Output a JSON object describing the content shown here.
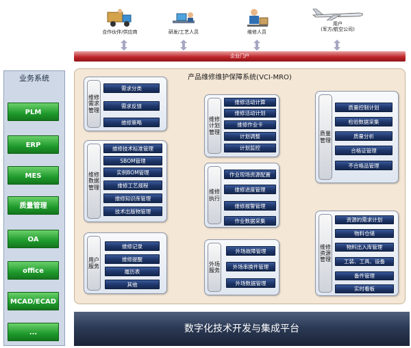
{
  "actors": [
    {
      "label": "合作伙伴/供应商",
      "icon": "delivery-truck-icon"
    },
    {
      "label": "研发/工艺人员",
      "icon": "engineer-desk-icon"
    },
    {
      "label": "维修人员",
      "icon": "mechanic-icon"
    },
    {
      "label": "用户",
      "sublabel": "(军方/航空公司)",
      "icon": "airplane-icon"
    }
  ],
  "portal": {
    "label": "企业门户"
  },
  "business_systems": {
    "title": "业务系统",
    "items": [
      "PLM",
      "ERP",
      "MES",
      "质量管理",
      "OA",
      "office",
      "MCAD/ECAD",
      "..."
    ]
  },
  "main": {
    "title": "产品维修维护保障系统(VCI-MRO)",
    "groups": {
      "demand": {
        "title": "维修需求管理",
        "items": [
          "需求分类",
          "需求反馈",
          "维修策略"
        ]
      },
      "data": {
        "title": "维修数据管理",
        "items": [
          "维修技术标准管理",
          "SBOM管理",
          "实例BOM管理",
          "维修工艺规程",
          "维修知识库管理",
          "技术出版物管理"
        ]
      },
      "service": {
        "title": "用户服务",
        "items": [
          "维修记录",
          "维修提醒",
          "履历表",
          "其他"
        ]
      },
      "plan": {
        "title": "维修计划管理",
        "items": [
          "维修活动计算",
          "维修活动计划",
          "维修作业卡",
          "计划调整",
          "计划监控"
        ]
      },
      "exec": {
        "title": "维修执行",
        "items": [
          "作业现场资源配置",
          "维修进度管理",
          "维修报警管理",
          "作业数据采集"
        ]
      },
      "field": {
        "title": "外场服务",
        "items": [
          "外场故障管理",
          "外场串换件管理",
          "外场数据管理"
        ]
      },
      "quality": {
        "title": "质量管理",
        "items": [
          "质量控制计划",
          "检验数据采集",
          "质量分析",
          "合格证管理",
          "不合格品管理"
        ]
      },
      "resource": {
        "title": "维修资源管理",
        "items": [
          "资源的需求计划",
          "物料仓储",
          "物料出入库管理",
          "工装、工具、设备",
          "备件管理",
          "实时看板"
        ]
      }
    }
  },
  "platform": {
    "label": "数字化技术开发与集成平台"
  },
  "colors": {
    "connector": "#1fa12a",
    "portal": "#c0262b",
    "item_fill": "#1e3568",
    "green_button": "#1f9a2c"
  }
}
